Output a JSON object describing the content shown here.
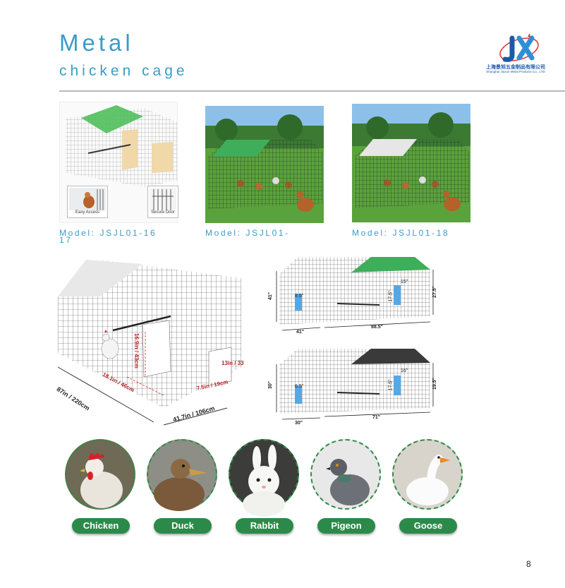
{
  "header": {
    "title": "Metal",
    "subtitle": "chicken cage"
  },
  "logo": {
    "mark_text": "JX",
    "company_cn": "上海景旭五金制品有限公司",
    "company_en": "Shanghai Jiuxun Metal Products Co., LTD"
  },
  "products": [
    {
      "model": "Model: JSJL01-16",
      "overflow": "17",
      "inset_left": "Easy Access",
      "inset_right": "Secure Door"
    },
    {
      "model": "Model: JSJL01-"
    },
    {
      "model": "Model: JSJL01-18"
    }
  ],
  "dimensions_left": {
    "length": "87in / 220cm",
    "width": "41.7in / 106cm",
    "door_height": "16.9in / 43cm",
    "door_width": "18.1in / 46cm",
    "door_small": "7.5in / 19cm",
    "side": "13in / 33"
  },
  "dimensions_top": {
    "height_left": "41\"",
    "width_bottom": "41\"",
    "length_bottom": "88.5\"",
    "height_right": "27.5\"",
    "door_w1": "8.5\"",
    "door_w2": "15\"",
    "door_h": "17.5\""
  },
  "dimensions_bottom": {
    "height_left": "30\"",
    "width_bottom": "30\"",
    "length_bottom": "71\"",
    "height_right": "19.5\"",
    "door_w1": "8.5\"",
    "door_w2": "16\"",
    "door_h": "17.5\""
  },
  "animals": [
    "Chicken",
    "Duck",
    "Rabbit",
    "Pigeon",
    "Goose"
  ],
  "colors": {
    "accent": "#3a9cc8",
    "pill_green": "#2b8a4a",
    "canopy_green": "#3fae5a"
  },
  "page_number": "8"
}
